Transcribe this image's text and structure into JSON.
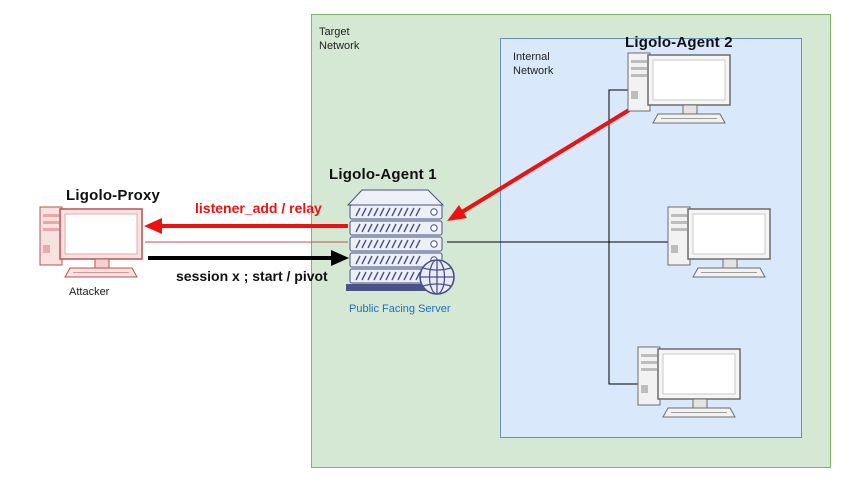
{
  "zones": {
    "target_network": "Target\nNetwork",
    "internal_network": "Internal\nNetwork"
  },
  "nodes": {
    "proxy_title": "Ligolo-Proxy",
    "attacker_caption": "Attacker",
    "agent1_title": "Ligolo-Agent 1",
    "server_caption": "Public Facing Server",
    "agent2_title": "Ligolo-Agent 2"
  },
  "edges": {
    "relay_label": "listener_add / relay",
    "session_label": "session x ; start / pivot"
  },
  "colors": {
    "relay_arrow": "#ee1111",
    "session_arrow": "#000000",
    "attacker_host": "#b85450",
    "server_caption": "#1f6fbf",
    "target_zone": "#d5e8d4",
    "internal_zone": "#dae8fc"
  },
  "icons": [
    "computer-icon",
    "server-icon",
    "globe-icon"
  ]
}
